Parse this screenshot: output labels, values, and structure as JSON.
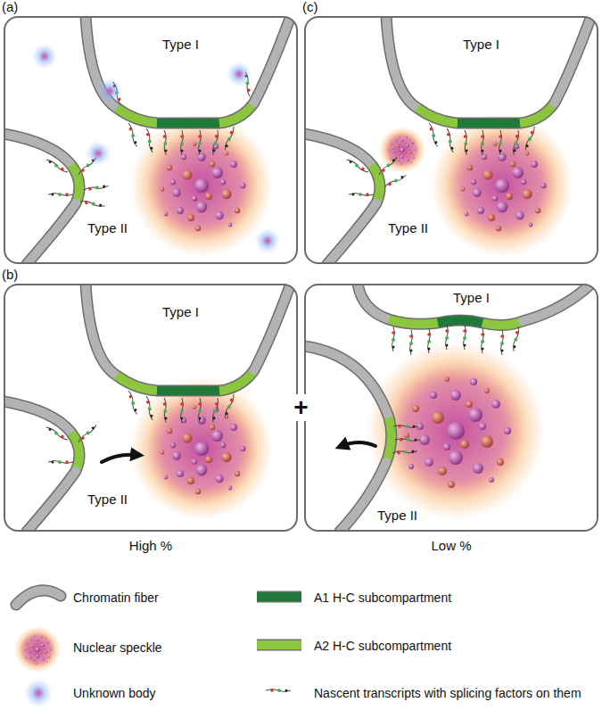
{
  "diagram": {
    "nodes": [
      {
        "text": [
          "(a)",
          "Type I",
          "Type II"
        ]
      },
      {
        "text": [
          "(c)",
          "Type I",
          "Type II"
        ]
      },
      {
        "text": [
          "(b)",
          "Type I",
          "Type II",
          "High %"
        ]
      },
      {
        "text": [
          "Type I",
          "Type II",
          "Low %"
        ]
      }
    ],
    "labels": [
      "+"
    ],
    "legend": [
      {
        "text": "Chromatin fiber",
        "color": "#b3b3b3"
      },
      {
        "text": "Nuclear speckle"
      },
      {
        "text": "Unknown body"
      },
      {
        "text": "A1 H-C subcompartment",
        "color": "#1f7a3a"
      },
      {
        "text": "A2 H-C subcompartment",
        "color": "#8cc63f"
      },
      {
        "text": "Nascent transcripts with splicing factors on them"
      }
    ]
  }
}
